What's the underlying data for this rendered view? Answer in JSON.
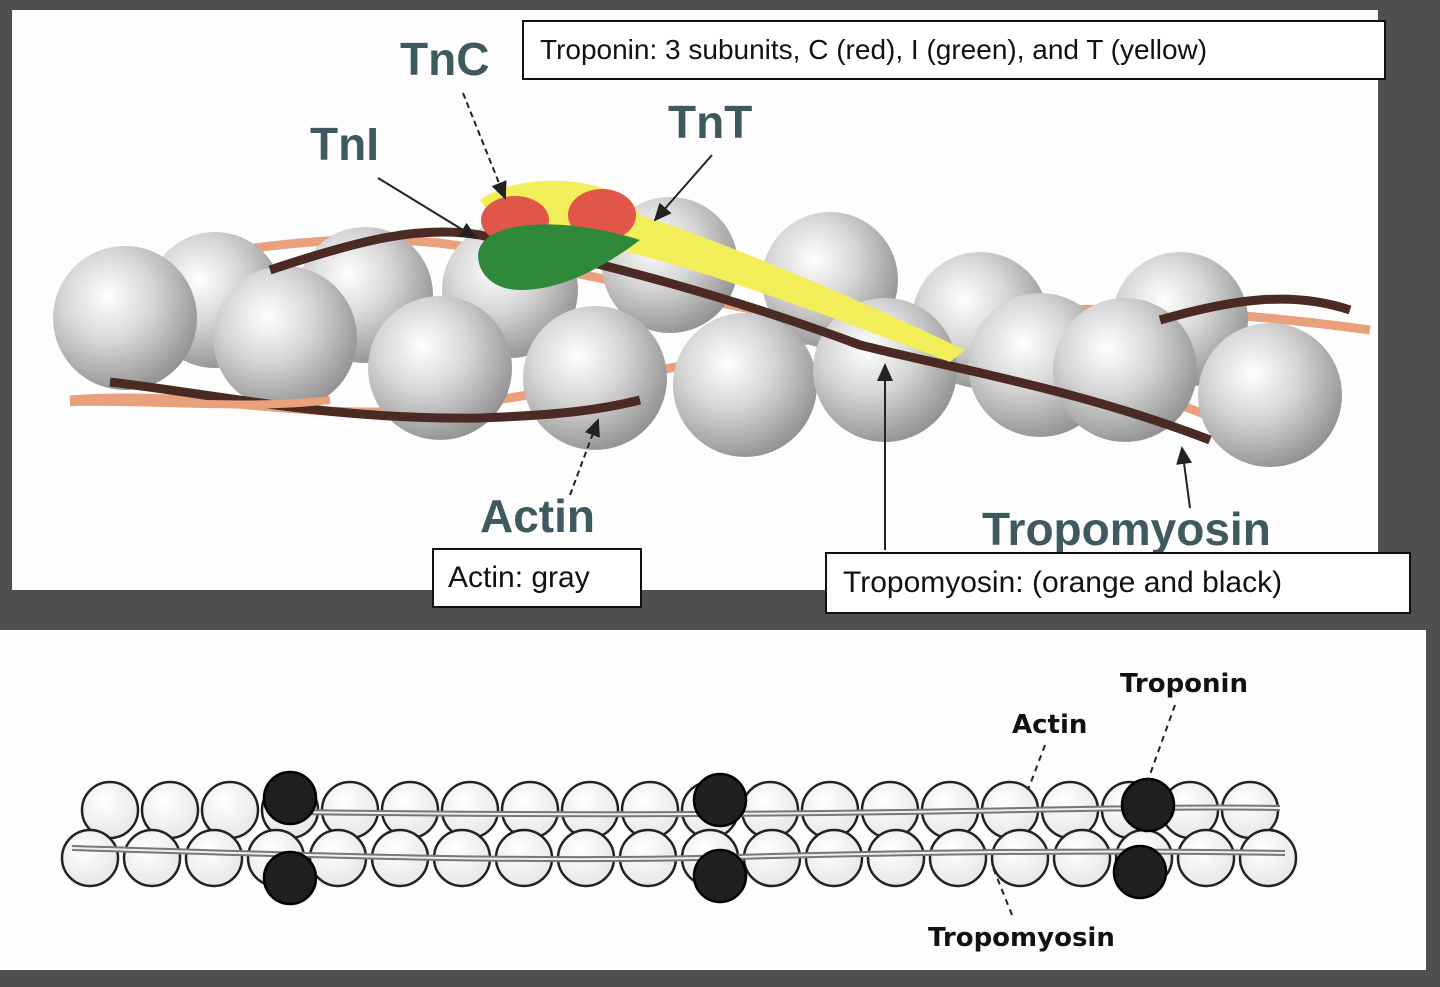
{
  "top": {
    "labels": {
      "tnc": "TnC",
      "tni": "TnI",
      "tnt": "TnT",
      "actin": "Actin",
      "tropomyosin": "Tropomyosin"
    },
    "callouts": {
      "troponin": "Troponin:  3 subunits, C (red), I (green), and T (yellow)",
      "actin": "Actin: gray",
      "tropomyosin": "Tropomyosin: (orange and black)"
    },
    "colors": {
      "actin": "#c8c8c8",
      "tnc": "#e0574a",
      "tni": "#2e8a3a",
      "tnt": "#f2ee5a",
      "tropomyosin_light": "#e9a07c",
      "tropomyosin_dark": "#4a2a22"
    }
  },
  "bottom": {
    "labels": {
      "troponin": "Troponin",
      "actin": "Actin",
      "tropomyosin": "Tropomyosin"
    }
  }
}
